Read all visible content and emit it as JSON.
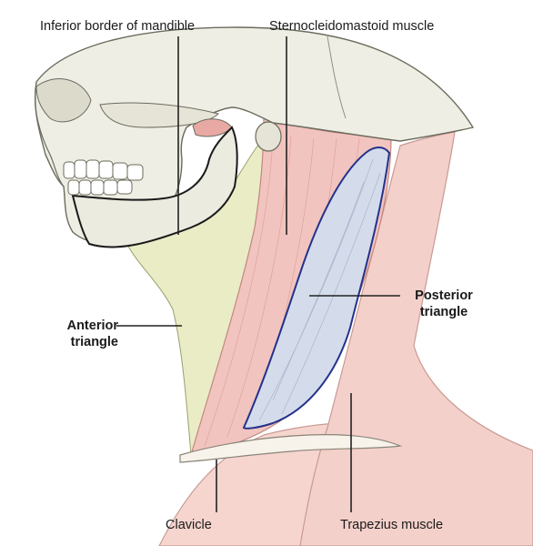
{
  "labels": {
    "inferior_border_of_mandible": "Inferior border of mandible",
    "sternocleidomastoid_muscle": "Sternocleidomastoid muscle",
    "anterior_triangle_line1": "Anterior",
    "anterior_triangle_line2": "triangle",
    "posterior_triangle_line1": "Posterior",
    "posterior_triangle_line2": "triangle",
    "clavicle": "Clavicle",
    "trapezius_muscle": "Trapezius muscle"
  },
  "colors": {
    "skull": "#efeee4",
    "bone_outline": "#6b6b5e",
    "sternocleidomastoid": "#f2c4bf",
    "trapezius": "#f6d5cf",
    "anterior_region": "#e9ecc4",
    "posterior_triangle": "#d4dceb",
    "posterior_outline": "#24328c",
    "leader_line": "#222222"
  }
}
